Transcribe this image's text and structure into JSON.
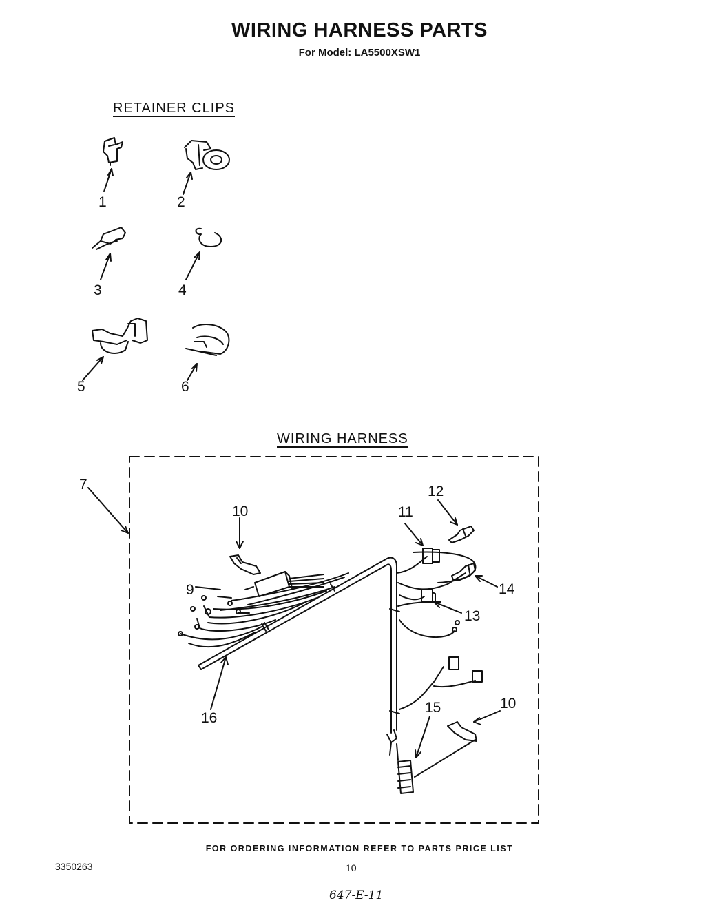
{
  "title": "WIRING HARNESS PARTS",
  "subtitle": "For Model: LA5500XSW1",
  "sections": {
    "retainer_clips": "RETAINER CLIPS",
    "wiring_harness": "WIRING HARNESS"
  },
  "retainer_callouts": [
    "1",
    "2",
    "3",
    "4",
    "5",
    "6"
  ],
  "harness_callouts": {
    "c7": "7",
    "c9": "9",
    "c10_top": "10",
    "c10_right": "10",
    "c11": "11",
    "c12": "12",
    "c13": "13",
    "c14": "14",
    "c15": "15",
    "c16": "16"
  },
  "footer_note": "FOR ORDERING INFORMATION REFER TO PARTS PRICE LIST",
  "doc_number": "3350263",
  "page_number": "10",
  "handwritten_mark": "647-E-11"
}
